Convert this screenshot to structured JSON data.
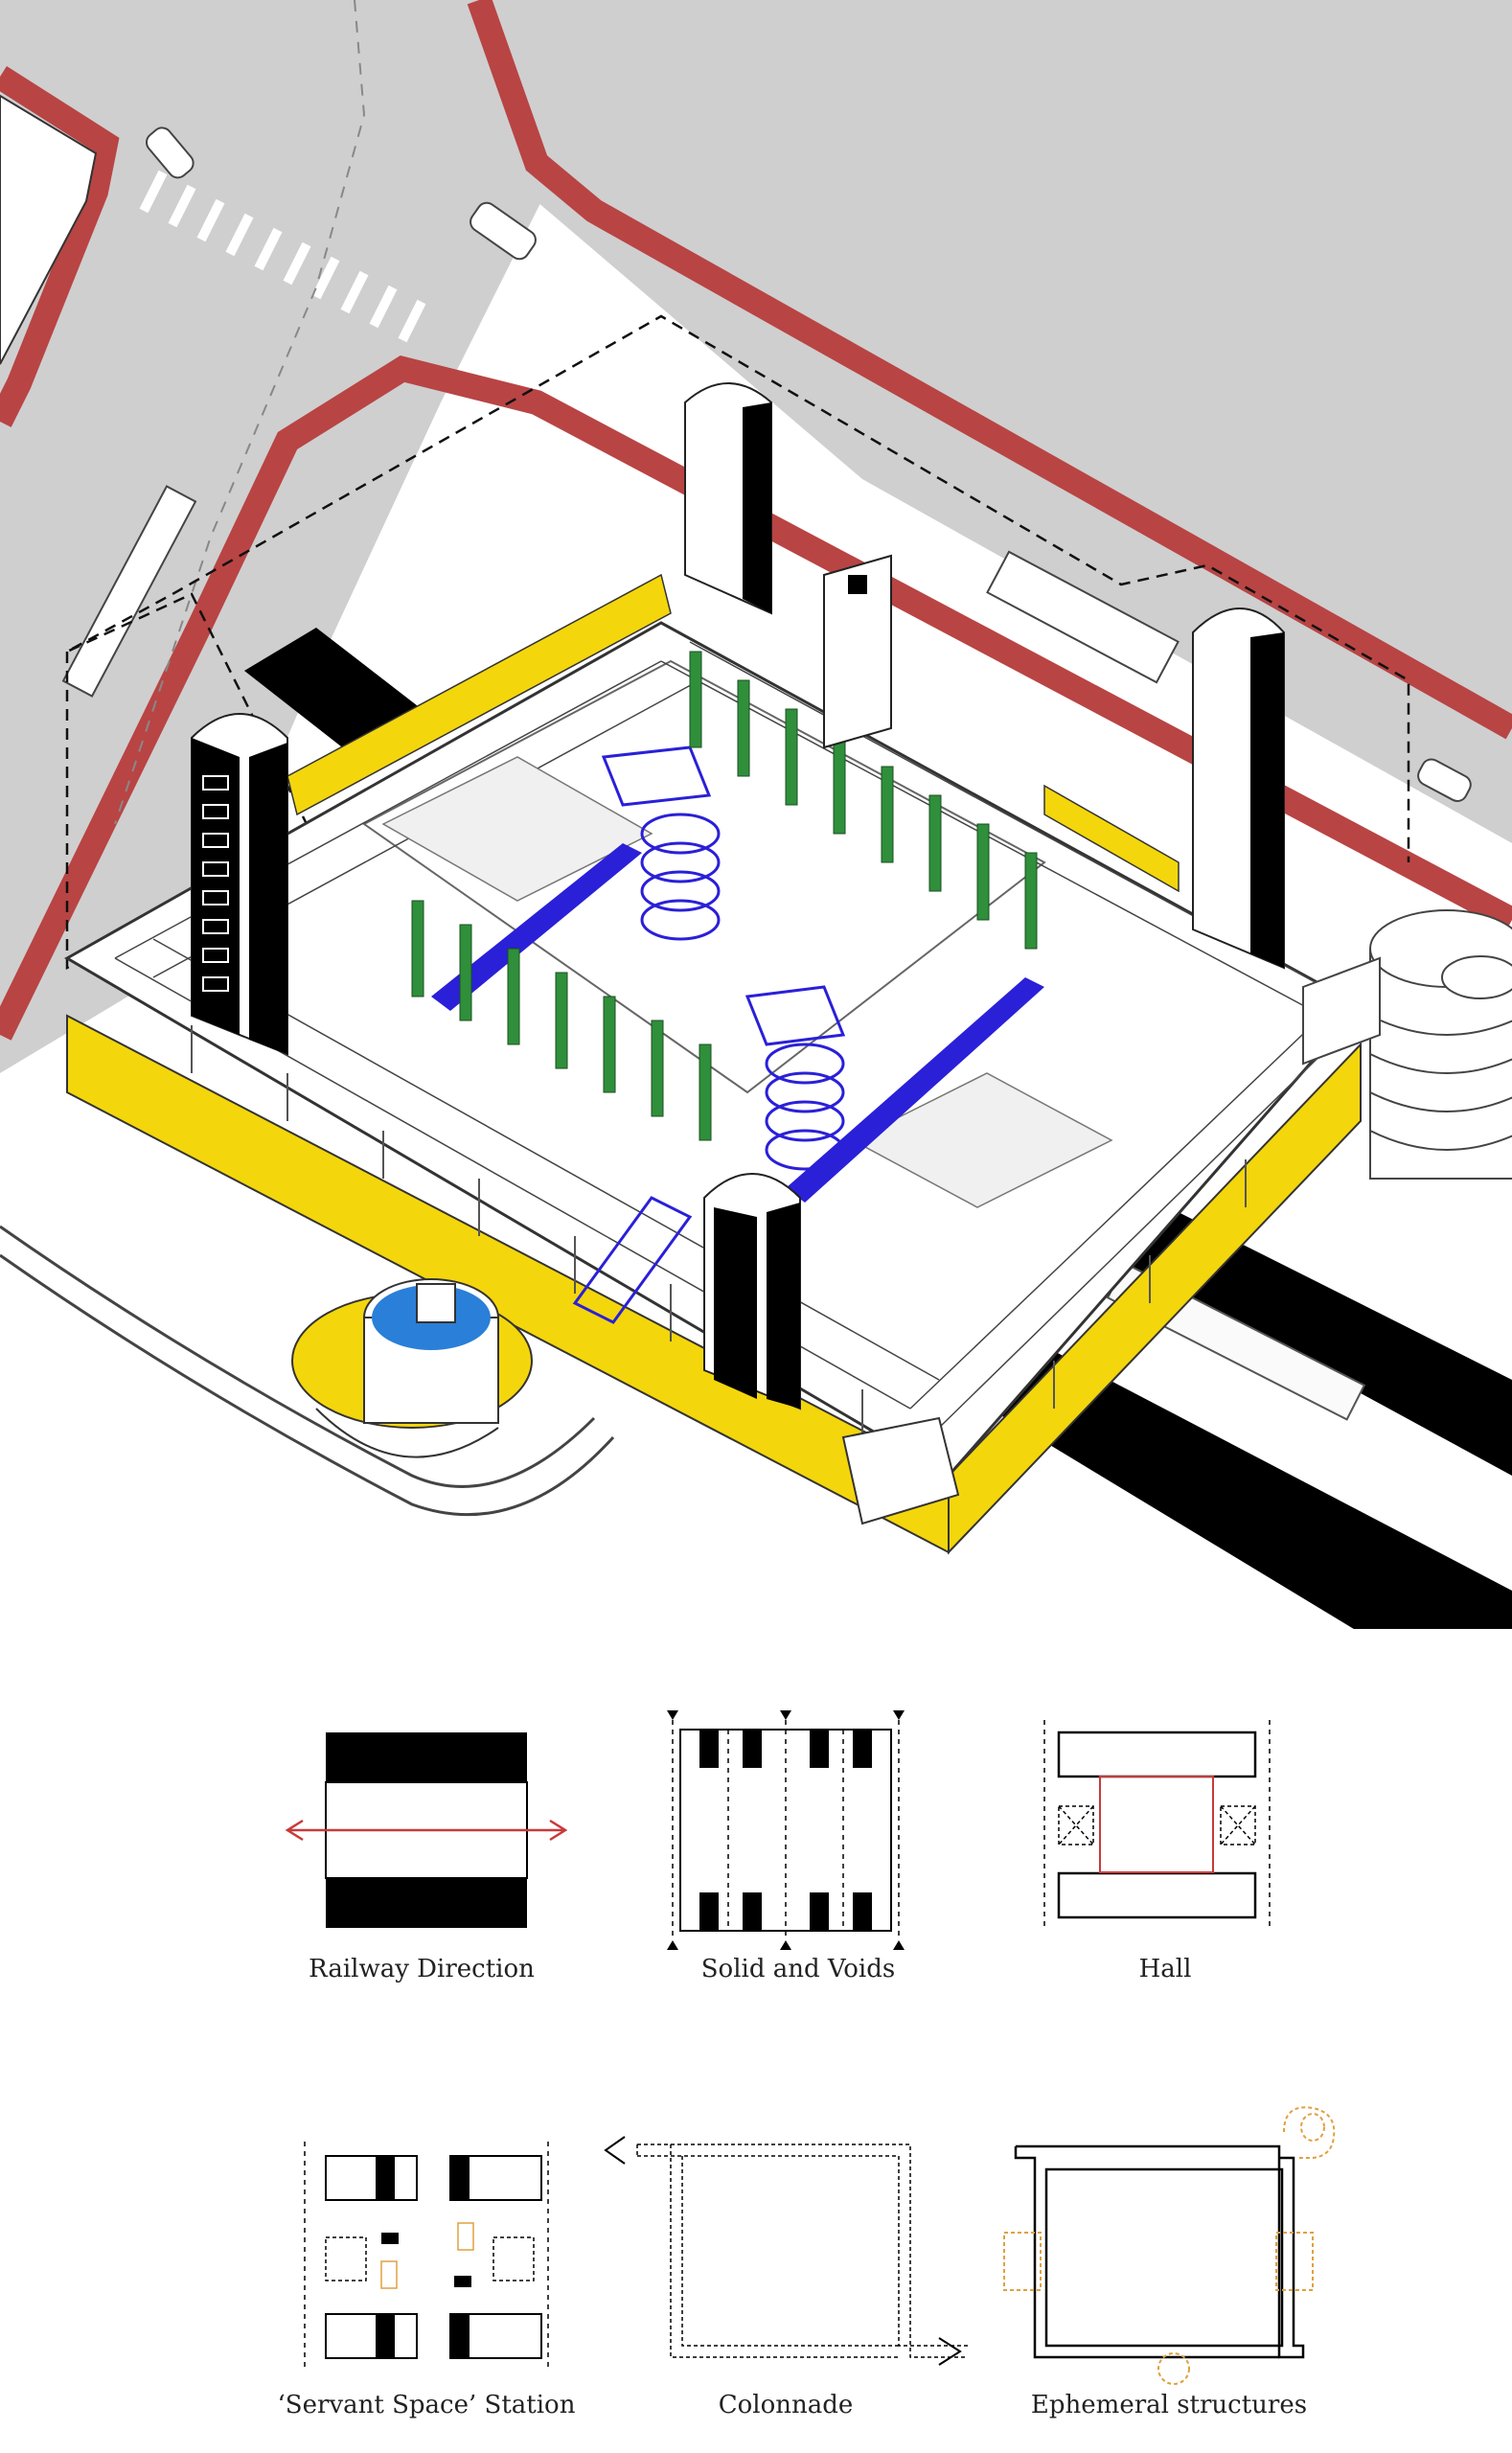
{
  "legend": {
    "items": [
      {
        "id": "railway",
        "caption": "Railway Direction"
      },
      {
        "id": "solids",
        "caption": "Solid and Voids"
      },
      {
        "id": "hall",
        "caption": "Hall"
      },
      {
        "id": "servant",
        "caption": "‘Servant Space’ Station"
      },
      {
        "id": "colonnade",
        "caption": "Colonnade"
      },
      {
        "id": "ephemeral",
        "caption": "Ephemeral structures"
      }
    ]
  },
  "colors": {
    "road": "#cdcdcd",
    "curb": "#b94444",
    "yellow": "#f4d60c",
    "blue": "#2a20d8",
    "green": "#2f8f3a",
    "black": "#000000",
    "arrow_red": "#c83a3a",
    "ephemeral_orange": "#e0a040"
  }
}
